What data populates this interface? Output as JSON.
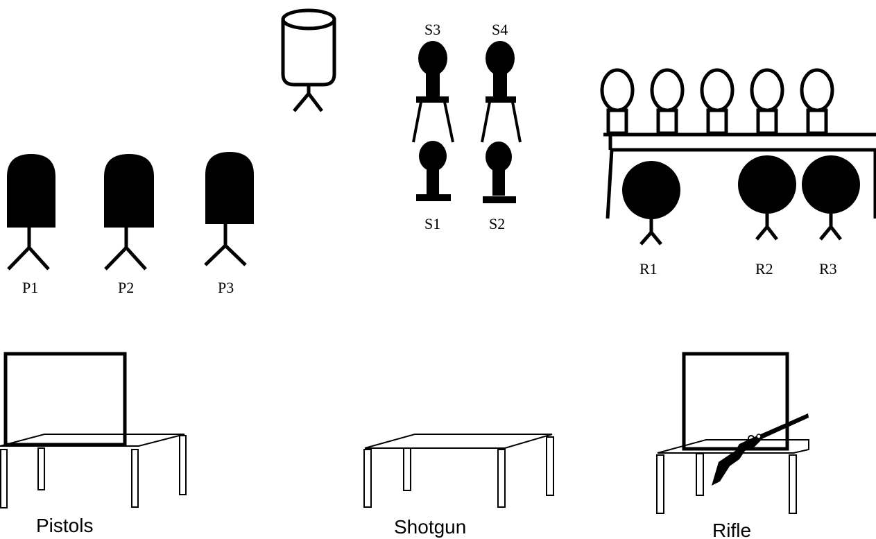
{
  "pistol_targets": [
    {
      "id": "p1",
      "label": "P1"
    },
    {
      "id": "p2",
      "label": "P2"
    },
    {
      "id": "p3",
      "label": "P3"
    }
  ],
  "shotgun_targets": [
    {
      "id": "s3",
      "label": "S3"
    },
    {
      "id": "s4",
      "label": "S4"
    },
    {
      "id": "s1",
      "label": "S1"
    },
    {
      "id": "s2",
      "label": "S2"
    }
  ],
  "rifle_targets": [
    {
      "id": "r1",
      "label": "R1"
    },
    {
      "id": "r2",
      "label": "R2"
    },
    {
      "id": "r3",
      "label": "R3"
    }
  ],
  "rifle_plate_rack": {
    "plate_count": 5
  },
  "stations": [
    {
      "id": "pistols",
      "label": "Pistols"
    },
    {
      "id": "shotgun",
      "label": "Shotgun"
    },
    {
      "id": "rifle",
      "label": "Rifle"
    }
  ],
  "colors": {
    "ink": "#000000",
    "background": "#ffffff"
  }
}
